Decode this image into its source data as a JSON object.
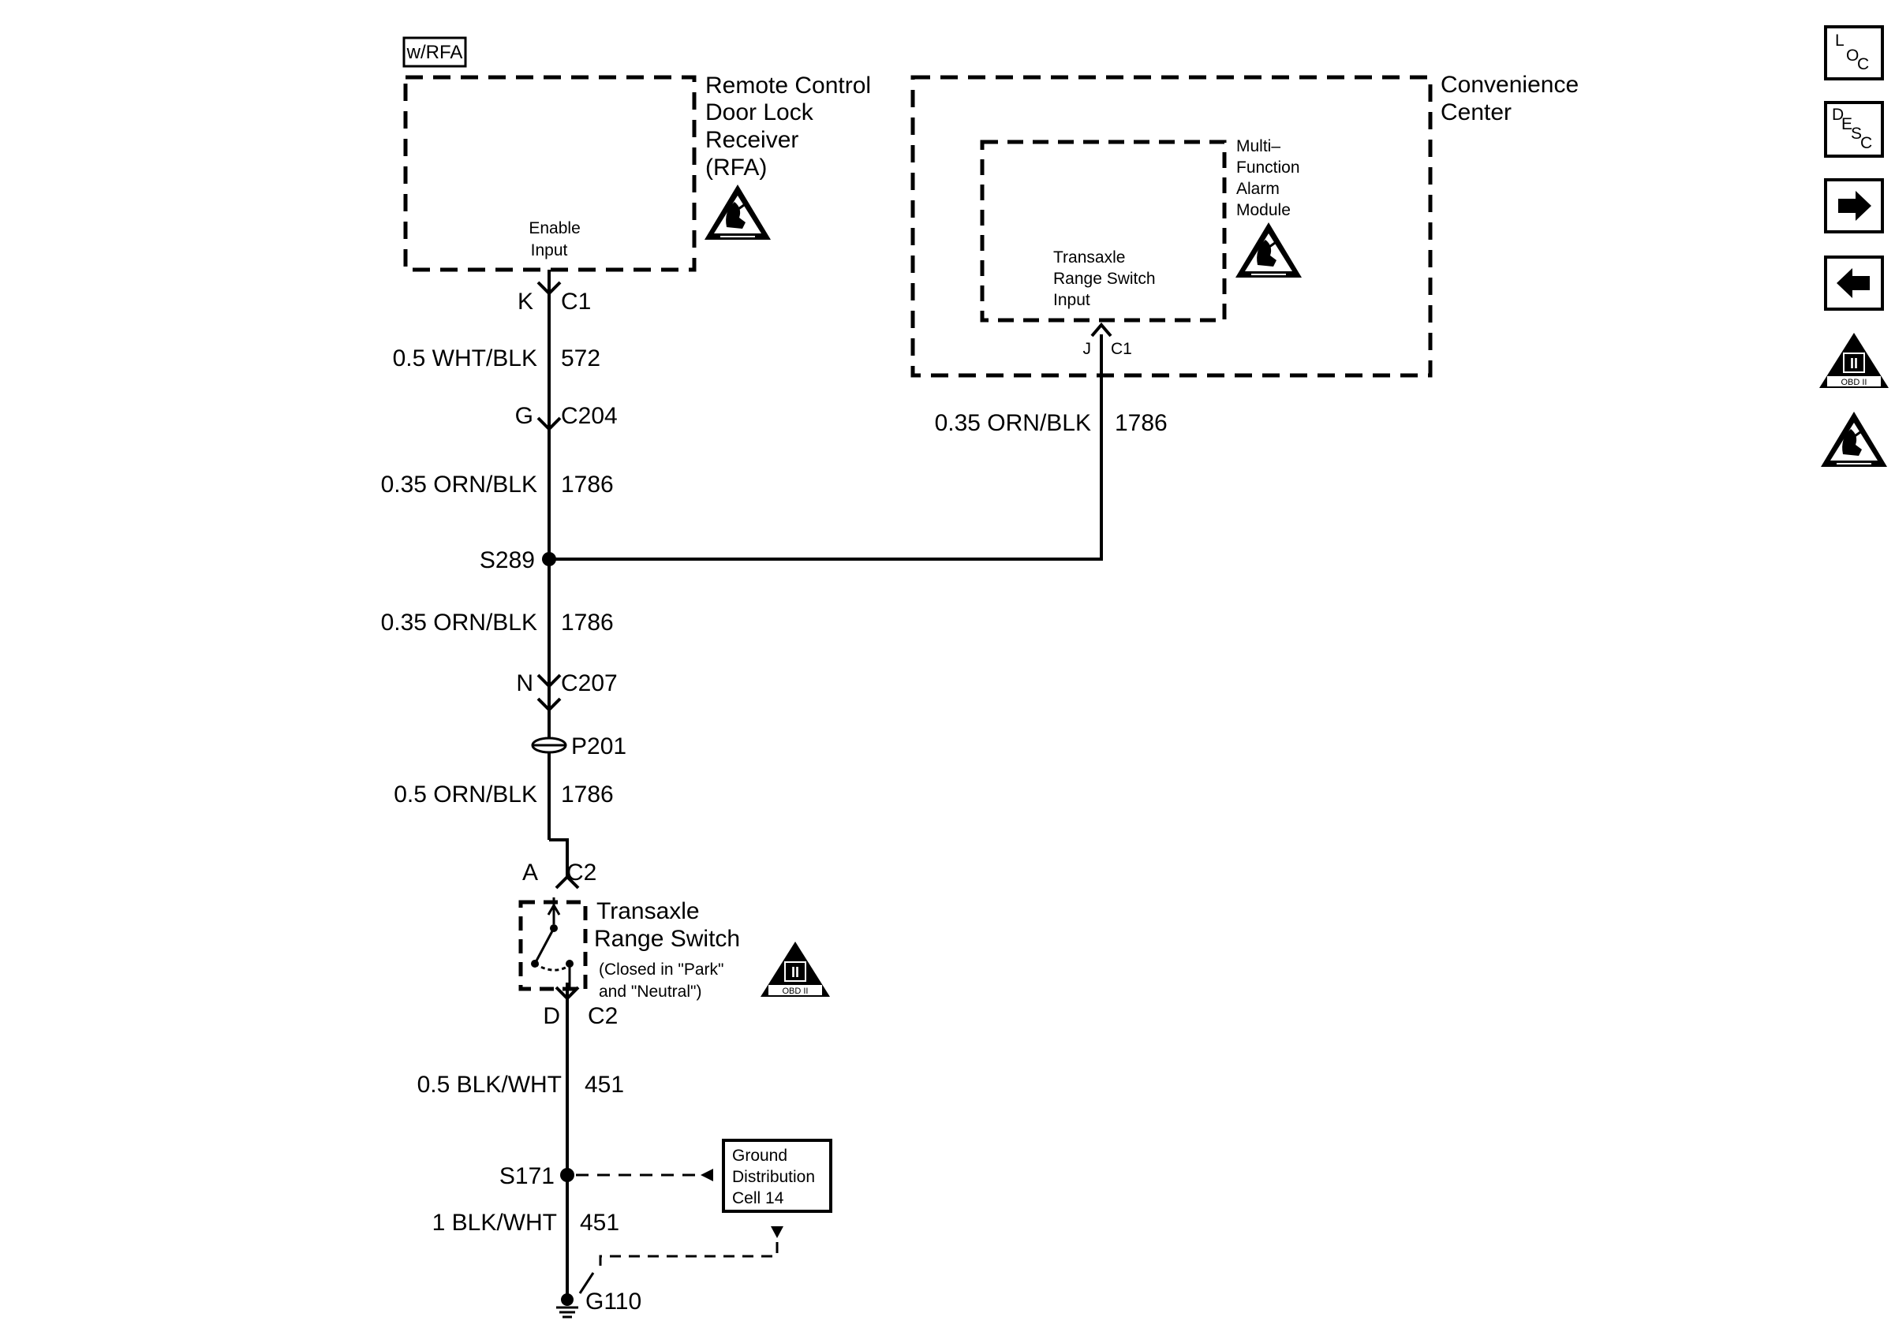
{
  "rfa": {
    "option_tag": "w/RFA",
    "title_lines": [
      "Remote Control",
      "Door Lock",
      "Receiver",
      "(RFA)"
    ],
    "input_lines": [
      "Enable",
      "Input"
    ]
  },
  "convenience": {
    "title_lines": [
      "Convenience",
      "Center"
    ],
    "module_title_lines": [
      "Multi–",
      "Function",
      "Alarm",
      "Module"
    ],
    "input_lines": [
      "Transaxle",
      "Range Switch",
      "Input"
    ]
  },
  "connectors": {
    "rfa_c1": {
      "pin": "K",
      "name": "C1"
    },
    "c204": {
      "pin": "G",
      "name": "C204"
    },
    "mfam_c1": {
      "pin": "J",
      "name": "C1"
    },
    "c207": {
      "pin": "N",
      "name": "C207"
    },
    "c2_top": {
      "pin": "A",
      "name": "C2"
    },
    "c2_bot": {
      "pin": "D",
      "name": "C2"
    }
  },
  "wires": [
    {
      "id": "w1",
      "gauge_color": "0.5 WHT/BLK",
      "circuit": "572"
    },
    {
      "id": "w2",
      "gauge_color": "0.35 ORN/BLK",
      "circuit": "1786"
    },
    {
      "id": "w3",
      "gauge_color": "0.35 ORN/BLK",
      "circuit": "1786"
    },
    {
      "id": "w4",
      "gauge_color": "0.35 ORN/BLK",
      "circuit": "1786"
    },
    {
      "id": "w5",
      "gauge_color": "0.5 ORN/BLK",
      "circuit": "1786"
    },
    {
      "id": "w6",
      "gauge_color": "0.5 BLK/WHT",
      "circuit": "451"
    },
    {
      "id": "w7",
      "gauge_color": "1 BLK/WHT",
      "circuit": "451"
    }
  ],
  "splices": {
    "s289": "S289",
    "s171": "S171"
  },
  "passthrough": "P201",
  "switch": {
    "title_lines": [
      "Transaxle",
      "Range Switch"
    ],
    "note_lines": [
      "(Closed in \"Park\"",
      "and \"Neutral\")"
    ]
  },
  "ground_dist": {
    "lines": [
      "Ground",
      "Distribution",
      "Cell 14"
    ]
  },
  "ground": "G110",
  "obd_badge": {
    "numeral": "II",
    "caption": "OBD II"
  },
  "sidebar": {
    "loc": {
      "a": "L",
      "b": "O",
      "c": "C"
    },
    "desc": {
      "a": "D",
      "b": "E",
      "c": "S",
      "d": "C"
    }
  },
  "icons": {
    "esd": "esd-warning-icon",
    "obd": "obd-ii-icon",
    "next": "arrow-right-icon",
    "prev": "arrow-left-icon"
  }
}
